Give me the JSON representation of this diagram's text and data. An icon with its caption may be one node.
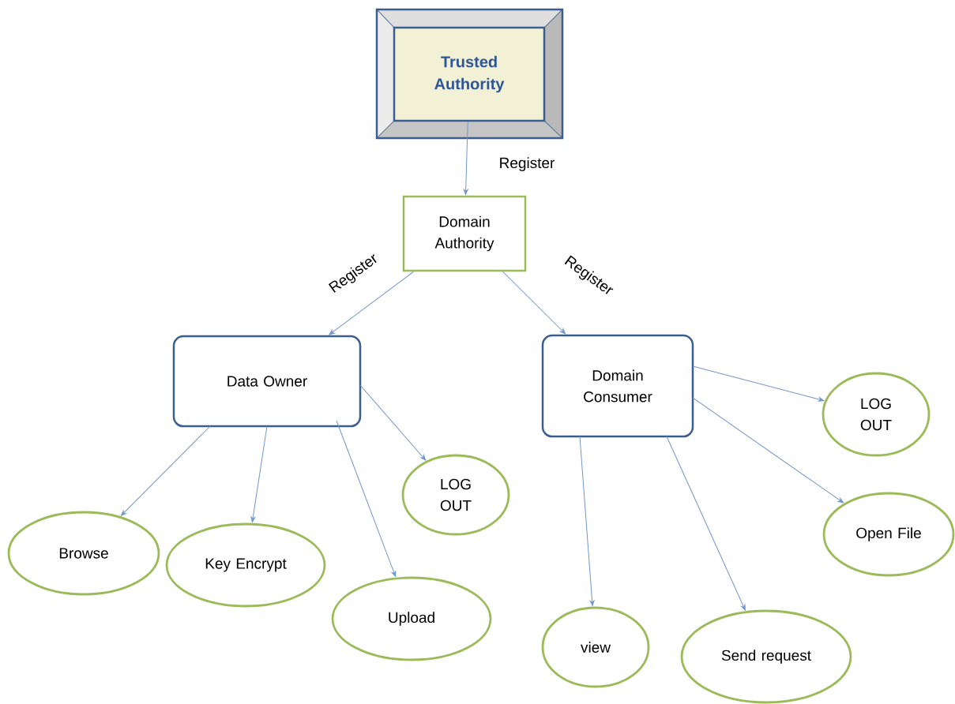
{
  "diagram": {
    "nodes": [
      {
        "text": [
          "Trusted Authority"
        ]
      },
      {
        "text": [
          "Domain Authority"
        ]
      },
      {
        "text": [
          "Data Owner"
        ]
      },
      {
        "text": [
          "Domain Consumer"
        ]
      },
      {
        "text": [
          "Browse"
        ]
      },
      {
        "text": [
          "Key Encrypt"
        ]
      },
      {
        "text": [
          "Upload"
        ]
      },
      {
        "text": [
          "LOG OUT"
        ]
      },
      {
        "text": [
          "view"
        ]
      },
      {
        "text": [
          "Send request"
        ]
      },
      {
        "text": [
          "Open File"
        ]
      },
      {
        "text": [
          "LOG OUT"
        ]
      }
    ],
    "edges": [
      {
        "from": 0,
        "to": 1,
        "arrow": "to",
        "label": "Register"
      },
      {
        "from": 1,
        "to": 2,
        "arrow": "to",
        "label": "Register"
      },
      {
        "from": 1,
        "to": 3,
        "arrow": "to",
        "label": "Register"
      },
      {
        "from": 2,
        "to": 4,
        "arrow": "to"
      },
      {
        "from": 2,
        "to": 5,
        "arrow": "to"
      },
      {
        "from": 2,
        "to": 6,
        "arrow": "to"
      },
      {
        "from": 2,
        "to": 7,
        "arrow": "to"
      },
      {
        "from": 3,
        "to": 8,
        "arrow": "to"
      },
      {
        "from": 3,
        "to": 9,
        "arrow": "to"
      },
      {
        "from": 3,
        "to": 10,
        "arrow": "to"
      },
      {
        "from": 3,
        "to": 11,
        "arrow": "to"
      }
    ]
  }
}
